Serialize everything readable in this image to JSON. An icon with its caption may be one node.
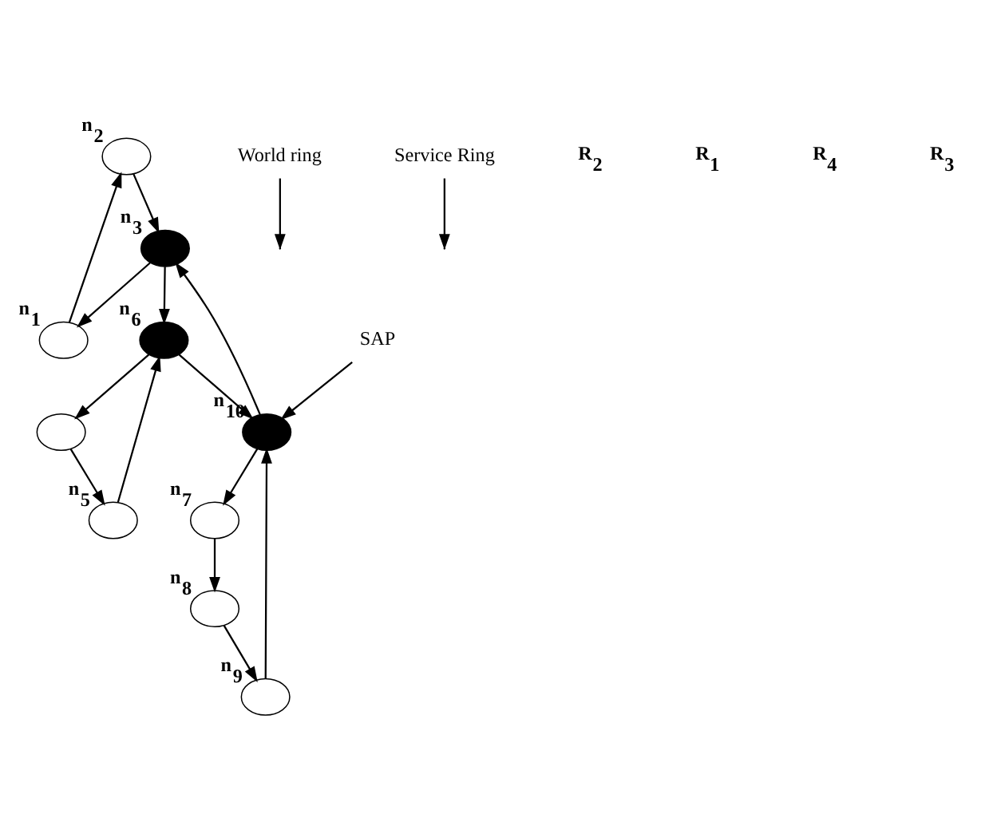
{
  "diagram": {
    "nodes": [
      {
        "text": [],
        "shape": "circle",
        "beside": [
          "n$_{2}$"
        ]
      },
      {
        "text": [],
        "shape": "circle",
        "beside": [
          "n$_{1}$"
        ]
      },
      {
        "text": [],
        "shape": "circle",
        "beside": [
          "n$_{3}$"
        ]
      },
      {
        "text": [],
        "shape": "circle",
        "beside": [
          "n$_{6}$"
        ]
      },
      {
        "text": [],
        "shape": "circle"
      },
      {
        "text": [],
        "shape": "circle",
        "beside": [
          "n$_{5}$"
        ]
      },
      {
        "text": [
          "World ring"
        ]
      },
      {
        "text": [],
        "shape": "circle",
        "beside": [
          "n$_{10}$"
        ]
      },
      {
        "text": [
          "SAP"
        ]
      },
      {
        "text": [],
        "shape": "circle",
        "beside": [
          "n$_{9}$"
        ]
      },
      {
        "text": [
          "Service Ring"
        ]
      },
      {
        "text": [],
        "shape": "circle",
        "beside": [
          "n$_{8}$"
        ]
      },
      {
        "text": [],
        "shape": "circle",
        "beside": [
          "n$_{7}$"
        ]
      }
    ],
    "edges": [
      {
        "from": 1,
        "to": 0,
        "arrow": "to"
      },
      {
        "from": 0,
        "to": 2,
        "arrow": "to"
      },
      {
        "from": 2,
        "to": 1,
        "arrow": "to"
      },
      {
        "from": 2,
        "to": 3,
        "arrow": "to"
      },
      {
        "from": 3,
        "to": 4,
        "arrow": "to"
      },
      {
        "from": 4,
        "to": 5,
        "arrow": "to"
      },
      {
        "from": 5,
        "to": 3,
        "arrow": "to"
      },
      {
        "from": 3,
        "to": 7,
        "arrow": "to"
      },
      {
        "from": 7,
        "to": 2,
        "arrow": "to"
      },
      {
        "from": 6,
        "to": null,
        "arrow": "to"
      },
      {
        "from": 8,
        "to": 7,
        "arrow": "to"
      },
      {
        "from": 9,
        "to": 7,
        "arrow": "to"
      },
      {
        "from": 11,
        "to": 9,
        "arrow": "to"
      },
      {
        "from": 12,
        "to": 11,
        "arrow": "to"
      },
      {
        "from": 7,
        "to": 12,
        "arrow": "to"
      },
      {
        "from": 10,
        "to": null,
        "arrow": "to"
      }
    ],
    "labels": [
      "R$_{2}$",
      "R$_{1}$",
      "R$_{4}$",
      "R$_{3}$"
    ]
  }
}
